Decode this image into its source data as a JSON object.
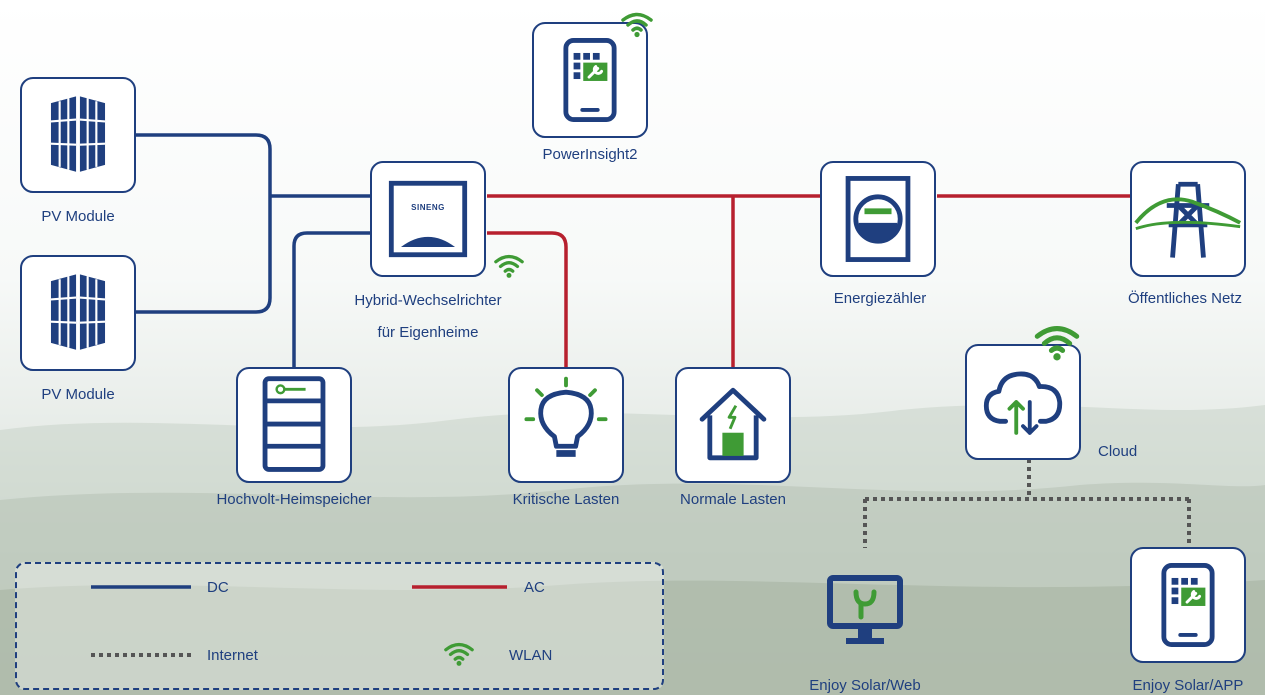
{
  "nodes": {
    "pv1": {
      "label": "PV Module",
      "icon": "solar-panel-icon"
    },
    "pv2": {
      "label": "PV Module",
      "icon": "solar-panel-icon"
    },
    "app_top": {
      "label": "PowerInsight2",
      "icon": "mobile-app-icon"
    },
    "inverter": {
      "label_line1": "Hybrid-Wechselrichter",
      "label_line2": "für Eigenheime",
      "brand": "SINENG",
      "icon": "inverter-icon"
    },
    "battery": {
      "label": "Hochvolt-Heimspeicher",
      "icon": "battery-storage-icon"
    },
    "critical": {
      "label": "Kritische Lasten",
      "icon": "light-bulb-icon"
    },
    "normal": {
      "label": "Normale Lasten",
      "icon": "house-icon"
    },
    "meter": {
      "label": "Energiezähler",
      "icon": "energy-meter-icon"
    },
    "grid": {
      "label": "Öffentliches Netz",
      "icon": "power-tower-icon"
    },
    "cloud": {
      "label": "Cloud",
      "icon": "cloud-icon"
    },
    "web": {
      "label": "Enjoy Solar/Web",
      "icon": "monitor-icon"
    },
    "app": {
      "label": "Enjoy Solar/APP",
      "icon": "mobile-app-icon"
    }
  },
  "legend": {
    "dc": "DC",
    "ac": "AC",
    "internet": "Internet",
    "wlan": "WLAN"
  },
  "colors": {
    "dc": "#1f3f7f",
    "ac": "#b7202e",
    "internet": "#555555",
    "wlan": "#3f9b35"
  }
}
